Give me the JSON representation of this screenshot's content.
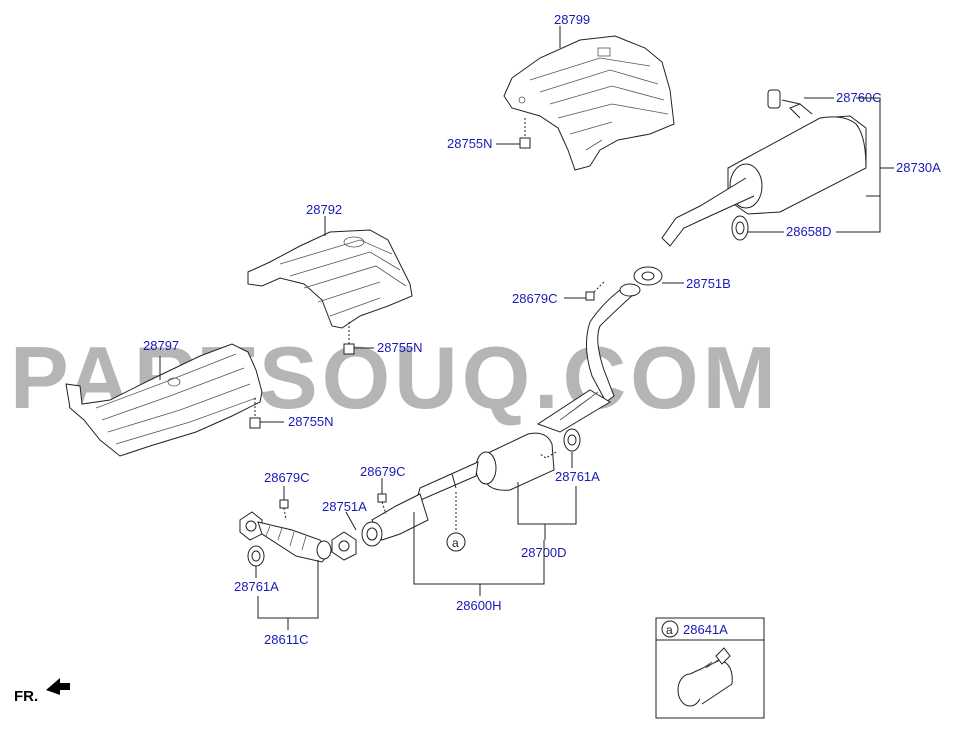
{
  "diagram": {
    "watermark": "PARTSOUQ.COM",
    "front_label": "FR.",
    "callout_symbol": "a",
    "inset": {
      "symbol": "a",
      "part_no": "28641A"
    },
    "labels": {
      "heat_shield_rear": "28799",
      "nut_rear_shield": "28755N",
      "hanger_top": "28760C",
      "rear_muffler": "28730A",
      "hanger_rear": "28658D",
      "heat_shield_center": "28792",
      "gasket_rear": "28751B",
      "nut_clip_rear": "28679C",
      "nut_center_shield": "28755N",
      "heat_shield_front": "28797",
      "nut_front_shield": "28755N",
      "nut_clip_front_left": "28679C",
      "nut_clip_front_center": "28679C",
      "gasket_front": "28751A",
      "hanger_center": "28761A",
      "center_muffler_assy": "28700D",
      "hanger_front": "28761A",
      "front_muffler_assy": "28600H",
      "front_pipe": "28611C"
    }
  }
}
